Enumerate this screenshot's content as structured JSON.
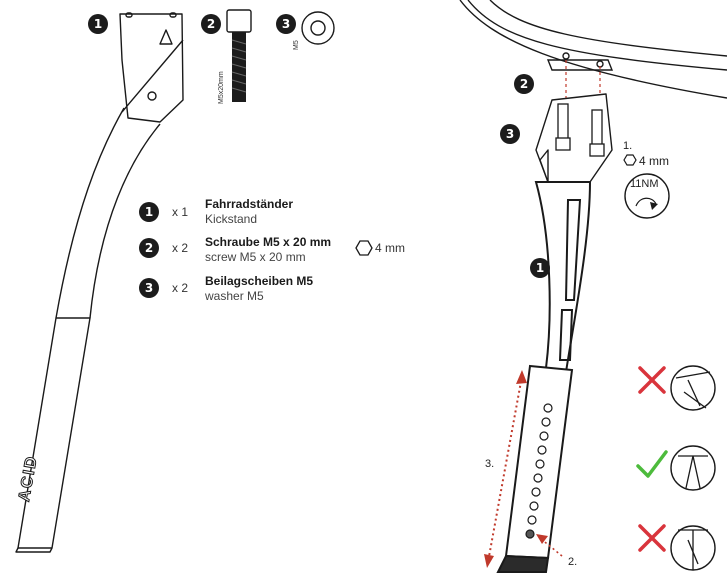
{
  "parts": [
    {
      "num": "1",
      "qty": "x 1",
      "name": "Fahrradständer",
      "subtitle": "Kickstand"
    },
    {
      "num": "2",
      "qty": "x 2",
      "name": "Schraube M5 x 20 mm",
      "subtitle": "screw M5 x 20 mm",
      "tool": "4 mm"
    },
    {
      "num": "3",
      "qty": "x 2",
      "name": "Beilagscheiben M5",
      "subtitle": "washer M5"
    }
  ],
  "illustration_labels": {
    "screw_size": "M5x20mm",
    "washer_size": "M5",
    "stand_brand": "ACID"
  },
  "assembly": {
    "badges": [
      "2",
      "3",
      "1"
    ],
    "step1_label": "1.",
    "step1_tool": "4 mm",
    "torque": "11NM",
    "step2_label": "2.",
    "step3_label": "3."
  },
  "colors": {
    "wrong": "#d9343c",
    "right": "#4dbb3c",
    "guide": "#c0392b"
  }
}
